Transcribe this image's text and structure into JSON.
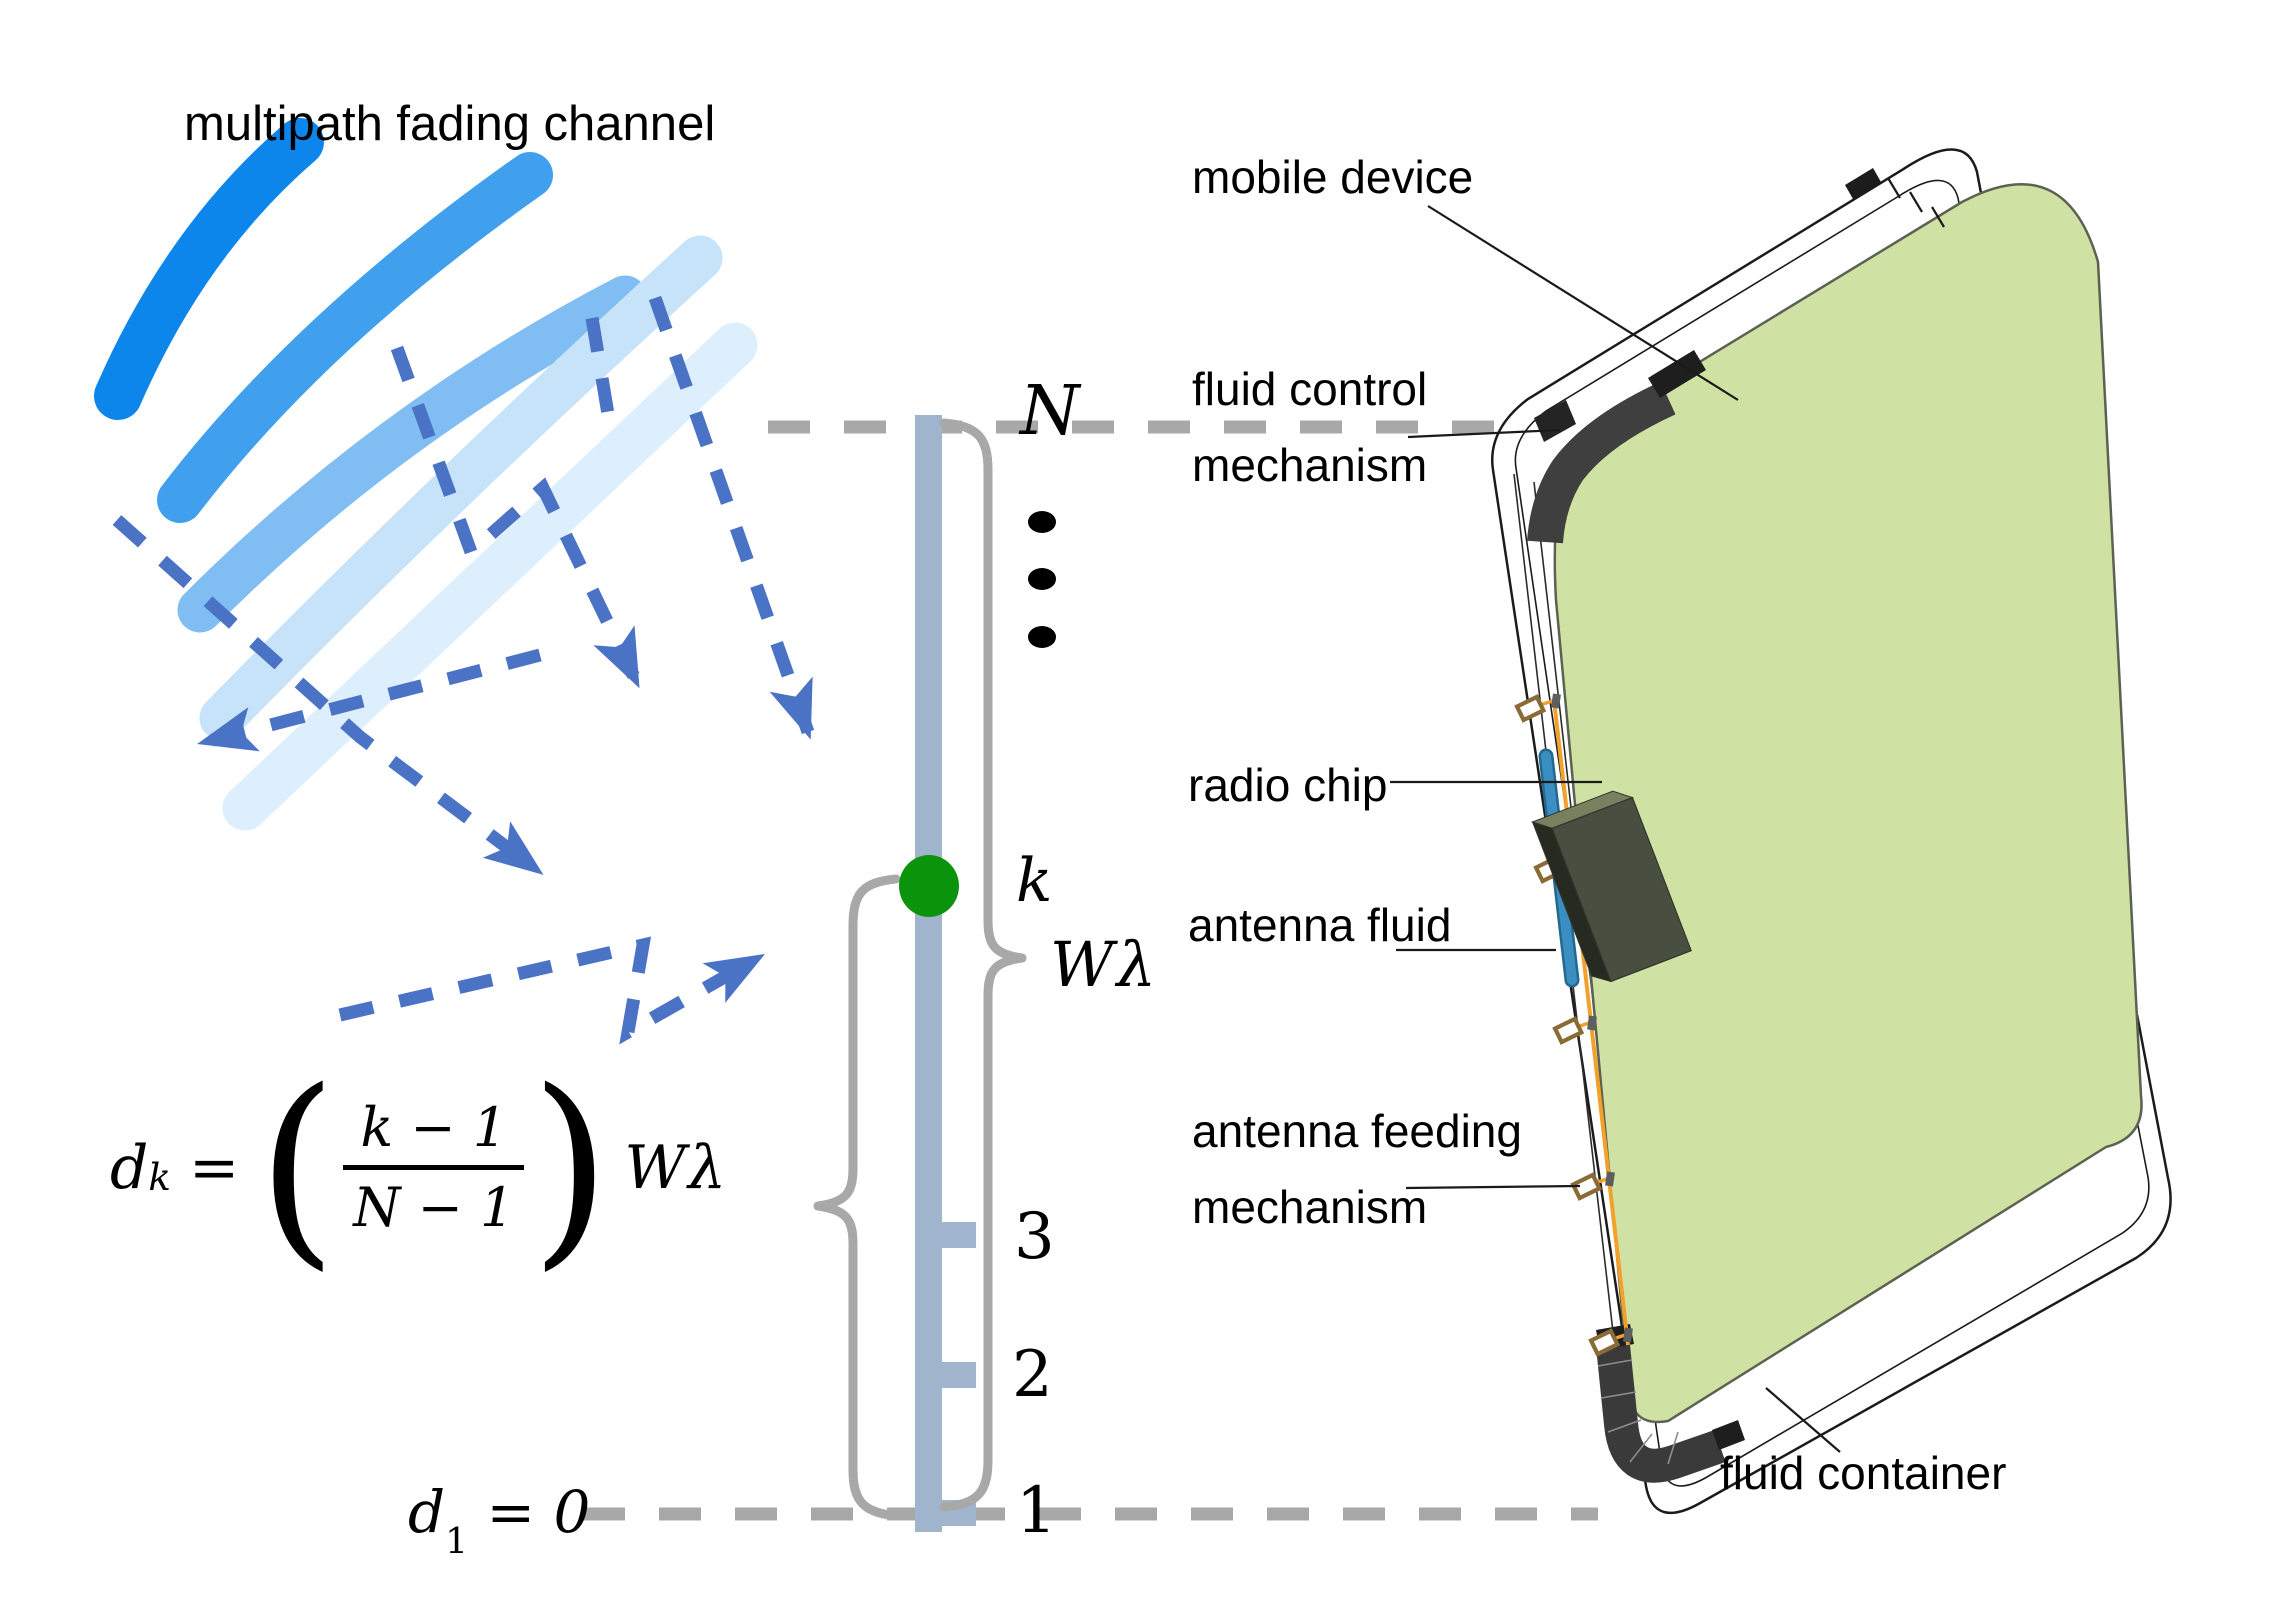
{
  "title": "multipath fading channel",
  "slider": {
    "top_label": "N",
    "current_label": "k",
    "width_label": "Wλ",
    "tick_labels": {
      "t3": "3",
      "t2": "2",
      "t1": "1"
    }
  },
  "formula_dk": {
    "lhs": "d",
    "lhs_sub": "k",
    "eq": "=",
    "numerator": "k − 1",
    "denominator": "N − 1",
    "paren_open": "(",
    "paren_close": ")",
    "tail": "Wλ"
  },
  "formula_d1": {
    "lhs": "d",
    "sub": "1",
    "rest": " = 0"
  },
  "device_labels": {
    "mobile_device": "mobile device",
    "fluid_control_line1": "fluid control",
    "fluid_control_line2": "mechanism",
    "radio_chip": "radio chip",
    "antenna_fluid": "antenna fluid",
    "antenna_feeding_line1": "antenna feeding",
    "antenna_feeding_line2": "mechanism",
    "fluid_container": "fluid container"
  },
  "colors": {
    "wave_arc_1": "#0d86ec",
    "wave_arc_2": "#41a0ee",
    "wave_arc_3": "#7fbdf2",
    "wave_arc_4": "#c7e3fa",
    "wave_arc_5": "#ddeefc",
    "ray_blue": "#4a73c5",
    "slider_bar": "#a1b4cd",
    "marker_green": "#0c930c",
    "brace_gray": "#a8a8a8",
    "dashed_level_gray": "#a8a8a8",
    "screen_green": "#cfe2a4",
    "feed_orange": "#f2a12b",
    "fluid_strip_blue": "#3b8ec2",
    "dark_mechanism": "#3a3a3a"
  }
}
